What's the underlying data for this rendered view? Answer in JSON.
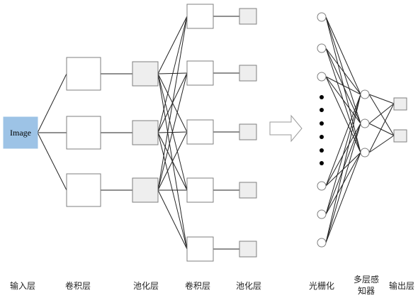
{
  "diagram": {
    "input_box_text": "Image",
    "layer_labels": {
      "input": "输入层",
      "conv1": "卷积层",
      "pool1": "池化层",
      "conv2": "卷积层",
      "pool2": "池化层",
      "raster": "光栅化",
      "mlp_line1": "多层感",
      "mlp_line2": "知器",
      "output": "输出层"
    },
    "colors": {
      "input_fill": "#9dc3e6",
      "box_stroke": "#7f7f7f",
      "pool_fill": "#eeeeee",
      "edge": "#222222"
    }
  }
}
